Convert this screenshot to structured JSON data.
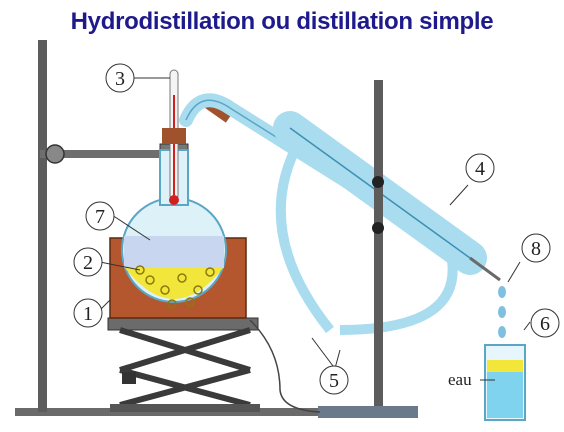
{
  "title": "Hydrodistillation ou distillation simple",
  "labels": {
    "n1": "1",
    "n2": "2",
    "n3": "3",
    "n4": "4",
    "n5": "5",
    "n6": "6",
    "n7": "7",
    "n8": "8",
    "eau": "eau"
  },
  "colors": {
    "title": "#1e1a8c",
    "heater": "#b4562e",
    "liquid": "#f2e63a",
    "glass": "#a9dcef",
    "water": "#7fd3ef",
    "stand": "#555555",
    "cork": "#a0522d"
  }
}
